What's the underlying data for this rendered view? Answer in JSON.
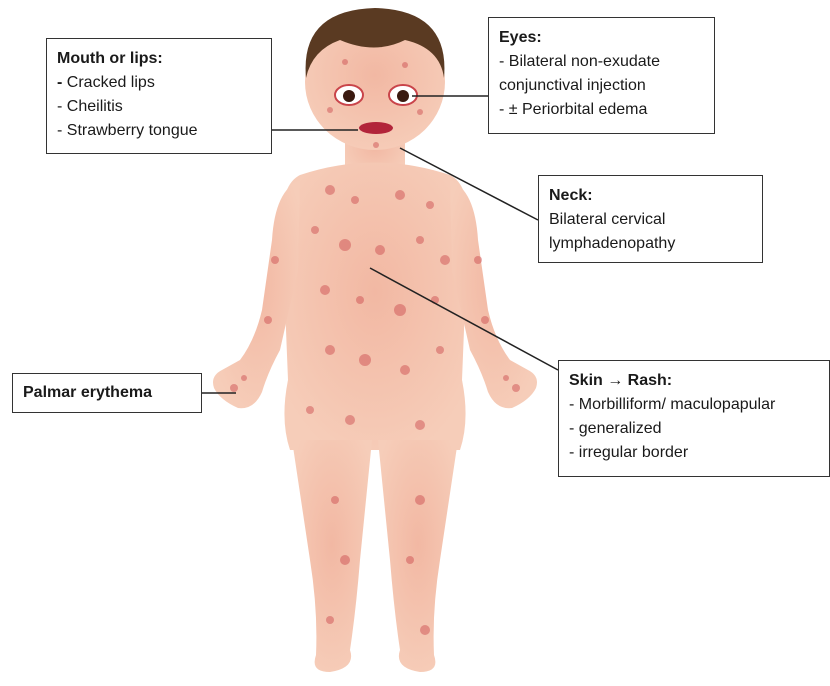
{
  "colors": {
    "skin": "#f4c3ad",
    "rash": "#c9444a",
    "hair": "#5a3a22",
    "lips": "#b2243a",
    "border": "#333333"
  },
  "callouts": {
    "mouth": {
      "title": "Mouth or lips:",
      "items": [
        "Cracked lips",
        "Cheilitis",
        "Strawberry tongue"
      ]
    },
    "eyes": {
      "title": "Eyes:",
      "items": [
        "- Bilateral non-exudate",
        "conjunctival injection",
        "- ± Periorbital edema"
      ]
    },
    "neck": {
      "title": "Neck:",
      "items": [
        "Bilateral cervical",
        "lymphadenopathy"
      ]
    },
    "palm": {
      "title": "Palmar erythema"
    },
    "skin": {
      "title": "Skin → Rash:",
      "items": [
        "- Morbilliform/ maculopapular",
        "- generalized",
        "- irregular border"
      ]
    }
  }
}
